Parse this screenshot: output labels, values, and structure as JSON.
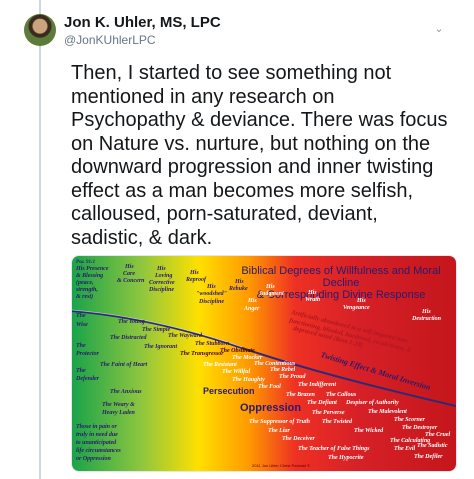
{
  "tweet": {
    "author_name": "Jon K. Uhler, MS, LPC",
    "author_handle": "@JonKUhlerLPC",
    "text": "Then, I started to see something not mentioned in any research on Psychopathy & deviance. There was focus on Nature vs. nurture, but nothing on the downward progression and inner twisting effect as a man becomes more selfish, calloused, porn-saturated, deviant, sadistic, & dark.",
    "menu_icon": "chevron-down-icon"
  },
  "chart": {
    "title_line1": "Biblical Degrees of Willfulness and Moral Decline",
    "title_line2": "& Corresponding Divine Response",
    "top_labels": {
      "psa": "Psa. 91:1",
      "his_presence": "His Presence",
      "blessing": "& Blessing",
      "peace": "(peace,",
      "strength": "strength,",
      "rest": "& rest)",
      "his_care": "His",
      "care": "Care",
      "concern": "& Concern",
      "his_loving": "His",
      "loving": "Loving",
      "corrective": "Corrective",
      "discipline": "Discipline",
      "his_reproof": "His",
      "reproof": "Reproof",
      "his_woodshed": "His",
      "woodshed": "\"woodshed\"",
      "discipline2": "Discipline",
      "his_rebuke": "His",
      "rebuke": "Rebuke",
      "his_anger": "His",
      "anger": "Anger",
      "his_judgment": "His",
      "judgment": "Judgment",
      "his_wrath": "His",
      "wrath": "Wrath",
      "his_vengeance": "His",
      "vengeance": "Vengeance",
      "his_destruction": "His",
      "destruction": "Destruction"
    },
    "left_labels": {
      "the": "The",
      "wise": "Wise",
      "the_young": "The Young",
      "the_simple": "The Simple",
      "the_distracted": "The Distracted",
      "the_wayward": "The Wayward",
      "the_ignorant": "The Ignorant",
      "the_stubborn": "The Stubborn",
      "the_transgressor": "The Transgressor",
      "the_obstinate": "The Obstinate",
      "the_protector": "The",
      "protector": "Protector",
      "the_mocker": "The Mocker",
      "faint_of_heart": "The Faint of Heart",
      "the_resistant": "The Resistant",
      "the_contentious": "The Contentious",
      "the_willful": "The Willful",
      "the_rebel": "The Rebel",
      "the_defender": "The",
      "defender": "Defender",
      "the_haughty": "The Haughty",
      "the_proud": "The Proud",
      "the_fool": "The Fool",
      "the_indifferent": "The Indifferent",
      "the_anxious": "The Anxious",
      "persecution": "Persecution",
      "the_brazen": "The Brazen",
      "the_callous": "The Callous",
      "weary": "The Weary &",
      "heavy_laden": "Heavy Laden",
      "oppression": "Oppression",
      "the_defiant": "The Defiant",
      "despiser": "Despiser of Authority",
      "the_perverse": "The Perverse",
      "the_malevolent": "The Malevolent",
      "suppressor": "The Suppressor of Truth",
      "the_twisted": "The Twisted",
      "the_scorner": "The Scorner",
      "the_destroyer": "The Destroyer",
      "the_liar": "The Liar",
      "the_wicked": "The Wicked",
      "the_cruel": "The Cruel",
      "the_deceiver": "The Deceiver",
      "the_calculating": "The Calculating",
      "false_things": "The Teacher of False Things",
      "the_evil": "The Evil",
      "the_sadistic": "The Sadistic",
      "the_hypocrite": "The Hypocrite",
      "the_defiler": "The Defiler",
      "pain1": "Those in pain or",
      "pain2": "truly in need due",
      "pain3": "to unanticipated",
      "pain4": "life circumstances",
      "pain5": "or Oppression"
    },
    "diagonal_1": "Artificially abandoned to a self-imposed non-",
    "diagonal_2": "functioning, blinded, hardened, recalcitrant, &",
    "diagonal_3": "depraved mind (Rom 1:28)",
    "diagonal_4": "Twisting Effect & Moral Inversion",
    "footer": "2011 Jon Uhler Christ Podcast ©"
  },
  "colors": {
    "text": "#14171a",
    "muted": "#657786",
    "chart_label": "#2a1a6e"
  }
}
